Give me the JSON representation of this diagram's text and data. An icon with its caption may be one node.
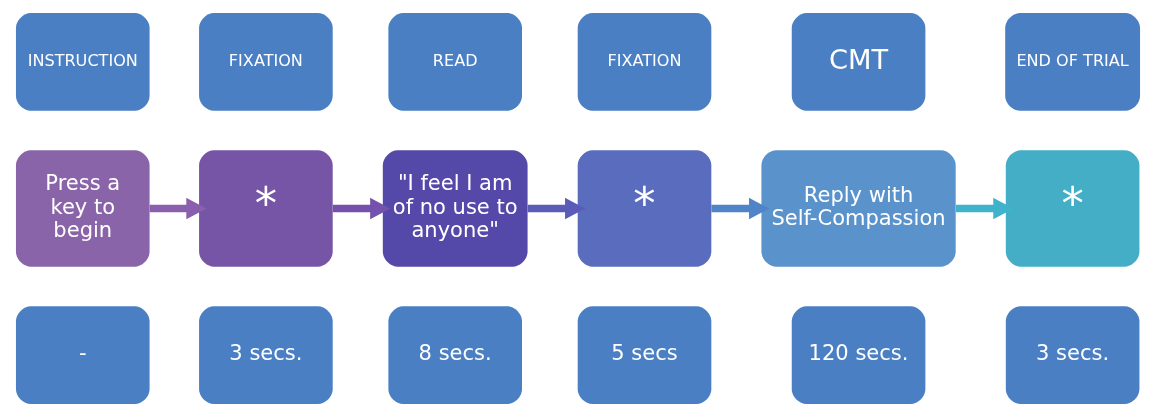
{
  "diagram": {
    "nodes": [
      {
        "text": [
          "INSTRUCTION"
        ]
      },
      {
        "text": [
          "FIXATION"
        ]
      },
      {
        "text": [
          "READ"
        ]
      },
      {
        "text": [
          "FIXATION"
        ]
      },
      {
        "text": [
          "CMT"
        ]
      },
      {
        "text": [
          "END OF TRIAL"
        ]
      },
      {
        "text": [
          "Press a key to begin"
        ]
      },
      {
        "text": [
          "*"
        ]
      },
      {
        "text": [
          "\"I feel I am of no use to anyone\""
        ]
      },
      {
        "text": [
          "*"
        ]
      },
      {
        "text": [
          "Reply with Self-Compassion"
        ]
      },
      {
        "text": [
          "*"
        ]
      },
      {
        "text": [
          "-"
        ]
      },
      {
        "text": [
          "3 secs."
        ]
      },
      {
        "text": [
          "8 secs."
        ]
      },
      {
        "text": [
          "5 secs"
        ]
      },
      {
        "text": [
          "120 secs."
        ]
      },
      {
        "text": [
          "3 secs."
        ]
      }
    ],
    "edges": [
      {
        "from": 6,
        "to": 7,
        "arrow": "to",
        "color": "#8a5fae"
      },
      {
        "from": 7,
        "to": 8,
        "arrow": "to",
        "color": "#7351ac"
      },
      {
        "from": 8,
        "to": 9,
        "arrow": "to",
        "color": "#5a5cb8"
      },
      {
        "from": 9,
        "to": 10,
        "arrow": "to",
        "color": "#4f85c8"
      },
      {
        "from": 10,
        "to": 11,
        "arrow": "to",
        "color": "#3fb2cc"
      }
    ]
  }
}
